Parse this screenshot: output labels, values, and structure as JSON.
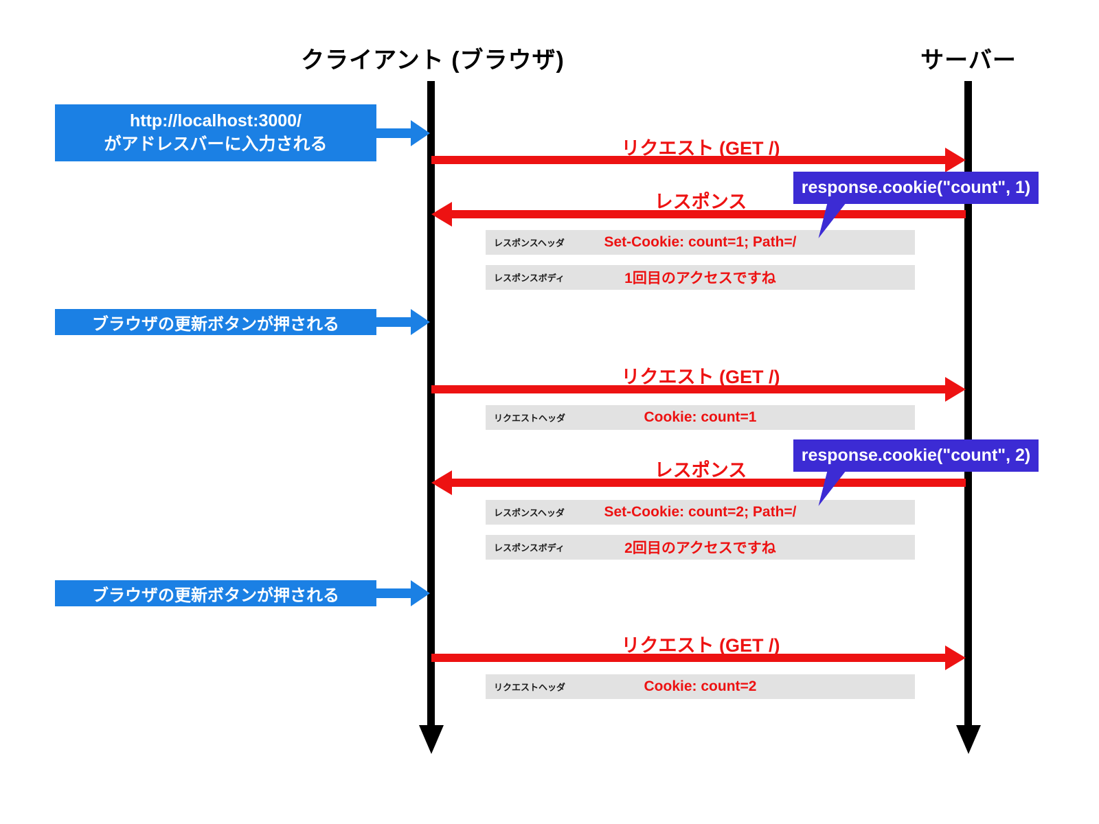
{
  "actors": {
    "client": "クライアント (ブラウザ)",
    "server": "サーバー"
  },
  "client_events": [
    {
      "lines": [
        "http://localhost:3000/",
        "がアドレスバーに入力される"
      ]
    },
    {
      "lines": [
        "ブラウザの更新ボタンが押される"
      ]
    },
    {
      "lines": [
        "ブラウザの更新ボタンが押される"
      ]
    }
  ],
  "messages": [
    {
      "label": "リクエスト (GET /)",
      "direction": "right"
    },
    {
      "label": "レスポンス",
      "direction": "left"
    },
    {
      "label": "リクエスト (GET /)",
      "direction": "right"
    },
    {
      "label": "レスポンス",
      "direction": "left"
    },
    {
      "label": "リクエスト (GET /)",
      "direction": "right"
    }
  ],
  "annotations": [
    {
      "code": "response.cookie(\"count\", 1)"
    },
    {
      "code": "response.cookie(\"count\", 2)"
    }
  ],
  "detail_rows": [
    {
      "label": "レスポンスヘッダ",
      "value": "Set-Cookie: count=1; Path=/"
    },
    {
      "label": "レスポンスボディ",
      "value": "1回目のアクセスですね"
    },
    {
      "label": "リクエストヘッダ",
      "value": "Cookie: count=1"
    },
    {
      "label": "レスポンスヘッダ",
      "value": "Set-Cookie: count=2; Path=/"
    },
    {
      "label": "レスポンスボディ",
      "value": "2回目のアクセスですね"
    },
    {
      "label": "リクエストヘッダ",
      "value": "Cookie: count=2"
    }
  ],
  "colors": {
    "event_blue": "#1b80e4",
    "message_red": "#ed1212",
    "annotation_purple": "#3c2bd4",
    "detail_row_gray": "#e2e2e2",
    "lifeline_black": "#000000"
  }
}
